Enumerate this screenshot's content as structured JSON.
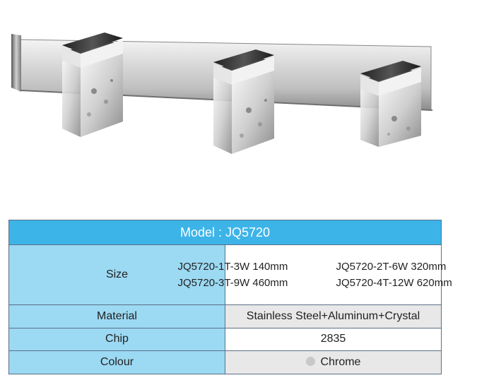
{
  "table": {
    "header": "Model : JQ5720",
    "rows": {
      "size": {
        "label": "Size",
        "values": [
          "JQ5720-1T-3W 140mm",
          "JQ5720-2T-6W 320mm",
          "JQ5720-3T-9W 460mm",
          "JQ5720-4T-12W 620mm"
        ]
      },
      "material": {
        "label": "Material",
        "value": "Stainless Steel+Aluminum+Crystal"
      },
      "chip": {
        "label": "Chip",
        "value": "2835"
      },
      "colour": {
        "label": "Colour",
        "value": "Chrome",
        "swatch_color": "#c8c8c8"
      }
    }
  },
  "colors": {
    "header_bg": "#3db4e8",
    "label_bg": "#9cd9f3",
    "border": "#5a6f86",
    "value_grey": "#e8e8e8"
  }
}
